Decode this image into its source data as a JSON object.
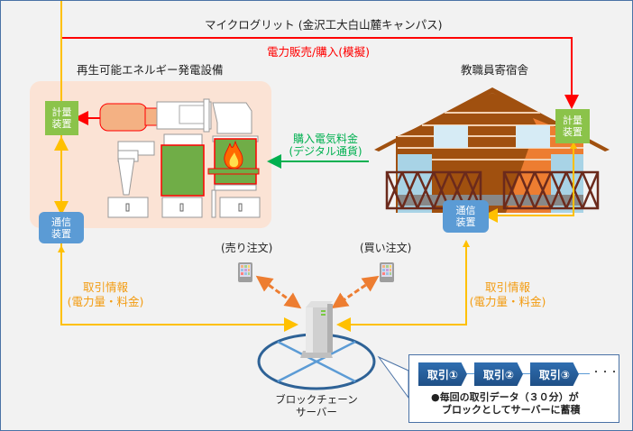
{
  "title": "マイクログリット (金沢工大白山麓キャンパス)",
  "power_trade_label": "電力販売/購入(模擬)",
  "generator": {
    "label": "再生可能エネルギー発電設備",
    "meter_label": "計量\n装置",
    "meter_line1": "計量",
    "meter_line2": "装置",
    "comm_line1": "通信",
    "comm_line2": "装置"
  },
  "dormitory": {
    "label": "教職員寄宿舎",
    "meter_line1": "計量",
    "meter_line2": "装置",
    "comm_line1": "通信",
    "comm_line2": "装置"
  },
  "payment": {
    "line1": "購入電気料金",
    "line2": "(デジタル通貨)"
  },
  "trade_info_left": {
    "line1": "取引情報",
    "line2": "(電力量・料金)"
  },
  "trade_info_right": {
    "line1": "取引情報",
    "line2": "(電力量・料金)"
  },
  "sell_order": "(売り注文)",
  "buy_order": "(買い注文)",
  "server": {
    "line1": "ブロックチェーン",
    "line2": "サーバー"
  },
  "blocks": {
    "items": [
      "取引①",
      "取引②",
      "取引③"
    ],
    "ellipsis": "・・・",
    "note_line1": "●毎回の取引データ（３０分）が",
    "note_line2": "ブロックとしてサーバーに蓄積"
  },
  "colors": {
    "power_line": "#ff0000",
    "info_line": "#ffc000",
    "payment": "#00b050",
    "order_arrow": "#ed7d31",
    "meter": "#8bc34a",
    "comm": "#5b9bd5",
    "block": "#1f5fa0"
  }
}
